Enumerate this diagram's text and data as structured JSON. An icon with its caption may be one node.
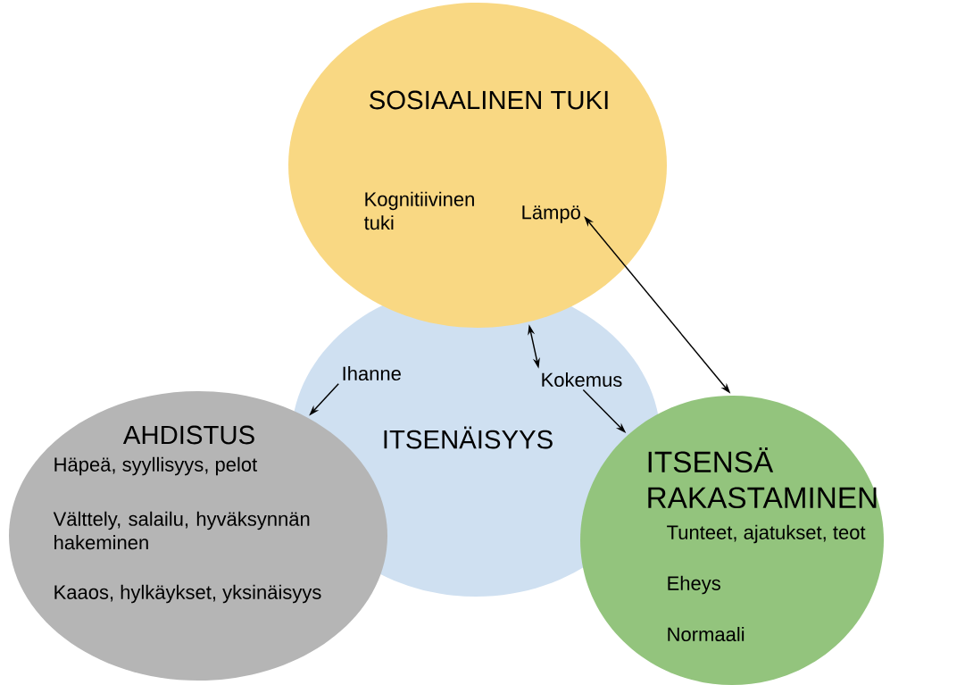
{
  "diagram": {
    "nodes": [
      {
        "text": [
          "SOSIAALINEN TUKI"
        ]
      },
      {
        "text": [
          "Kognitiivinen tuki"
        ],
        "in": 0
      },
      {
        "text": [
          "Lämpö"
        ],
        "in": 0
      },
      {
        "text": [
          "ITSENÄISYYS"
        ]
      },
      {
        "text": [
          "Ihanne"
        ],
        "in": 3
      },
      {
        "text": [
          "Kokemus"
        ],
        "in": 3
      },
      {
        "text": [
          "AHDISTUS",
          "Häpeä, syyllisyys, pelot",
          "Välttely, salailu, hyväksynnän hakeminen",
          "Kaaos, hylkäykset, yksinäisyys"
        ]
      },
      {
        "text": [
          "ITSENSÄ RAKASTAMINEN",
          "Tunteet, ajatukset, teot",
          "Eheys",
          "Normaali"
        ]
      }
    ],
    "edges": [
      {
        "from": 4,
        "to": 6,
        "arrow": "to"
      },
      {
        "from": 5,
        "to": 7,
        "arrow": "to"
      },
      {
        "from": 2,
        "to": 7,
        "arrow": "both"
      },
      {
        "from": 0,
        "to": 5,
        "arrow": "both"
      }
    ]
  }
}
